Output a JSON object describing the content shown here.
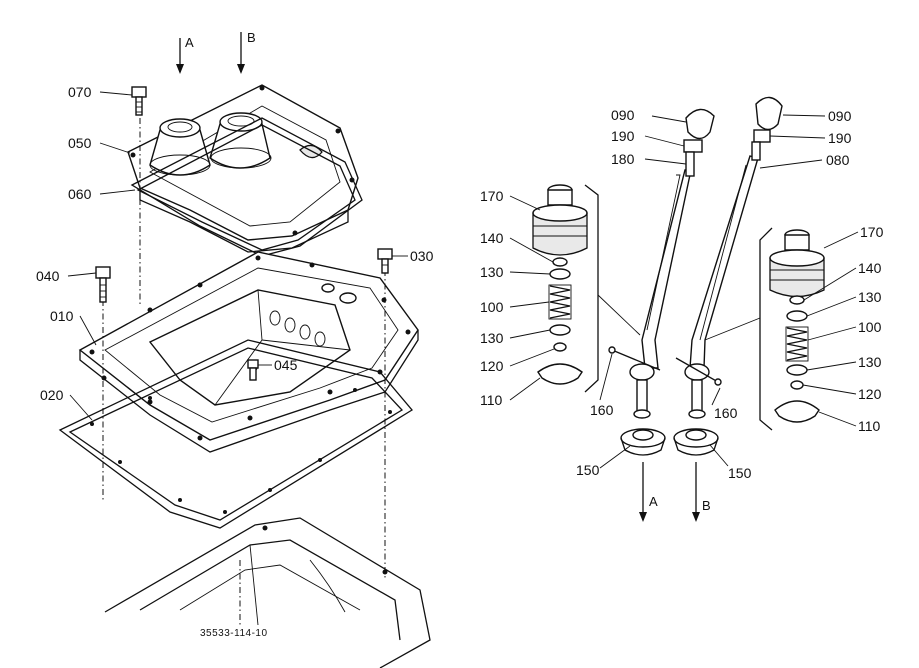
{
  "parts": {
    "p070": "070",
    "p050": "050",
    "p060": "060",
    "p040": "040",
    "p010": "010",
    "p020": "020",
    "p030": "030",
    "p045": "045",
    "p090_left": "090",
    "p190_left": "190",
    "p180": "180",
    "p170_left": "170",
    "p140_left": "140",
    "p130_left_top": "130",
    "p100_left": "100",
    "p130_left_bottom": "130",
    "p120_left": "120",
    "p110_left": "110",
    "p160_left": "160",
    "p150_left": "150",
    "p090_right": "090",
    "p190_right": "190",
    "p080": "080",
    "p170_right": "170",
    "p140_right": "140",
    "p130_right_top": "130",
    "p100_right": "100",
    "p130_right_bottom": "130",
    "p120_right": "120",
    "p110_right": "110",
    "p160_right": "160",
    "p150_right": "150"
  },
  "arrows": {
    "top_a": "A",
    "top_b": "B",
    "bottom_a": "A",
    "bottom_b": "B"
  },
  "drawing_number": "35533-114-10"
}
